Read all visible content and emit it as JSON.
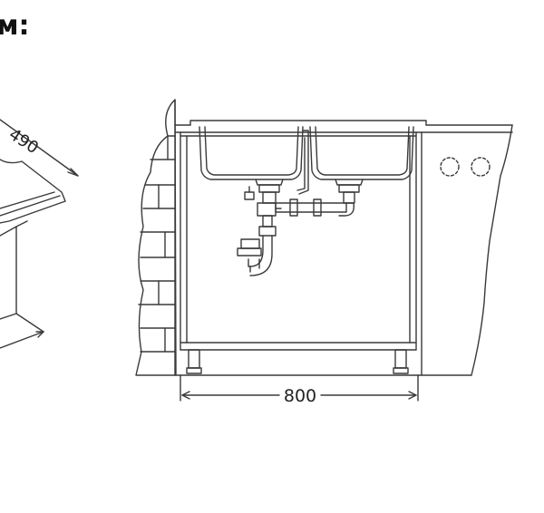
{
  "heading": "м:",
  "dimensions": {
    "depth": "490",
    "width": "800"
  },
  "colors": {
    "line": "#3a3a3a",
    "background": "#ffffff"
  }
}
